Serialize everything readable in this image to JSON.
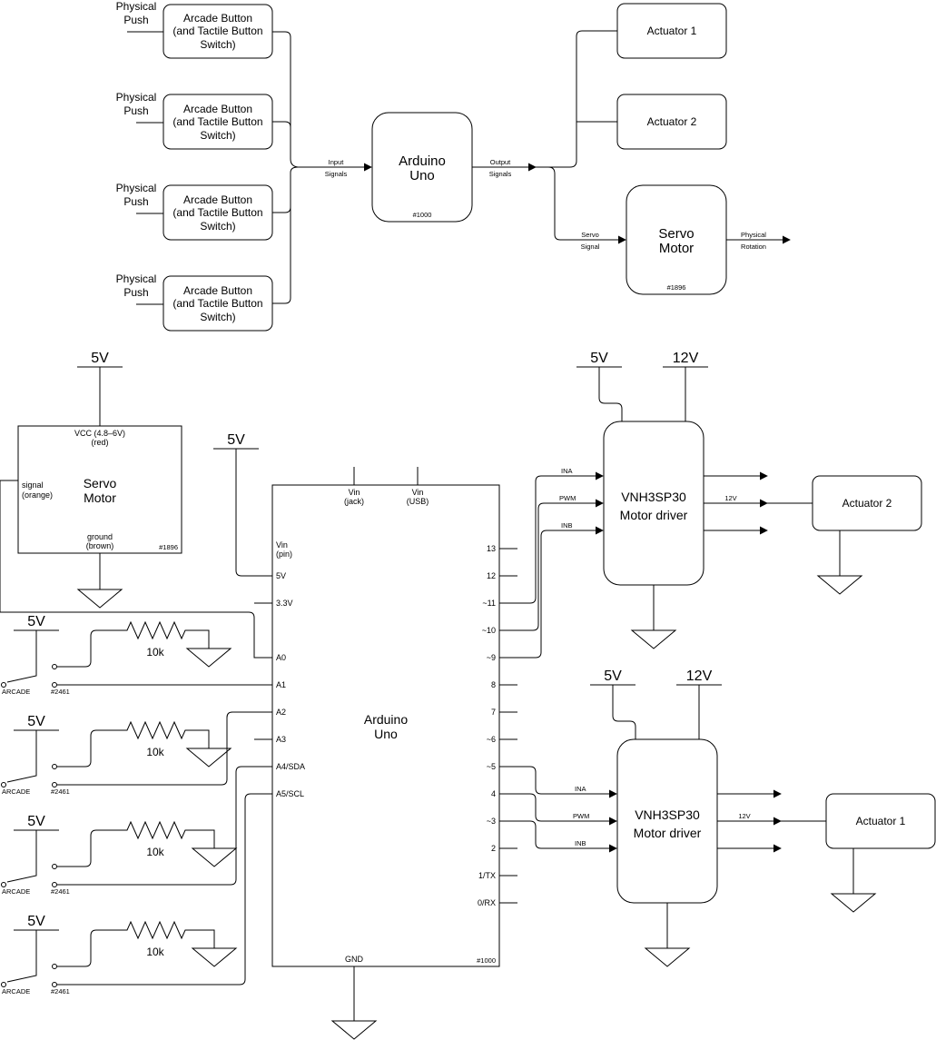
{
  "block": {
    "push_label": [
      "Physical",
      "Push"
    ],
    "button_label": [
      "Arcade Button",
      "(and Tactile Button",
      "Switch)"
    ],
    "input_signals": [
      "Input",
      "Signals"
    ],
    "arduino": [
      "Arduino",
      "Uno"
    ],
    "arduino_id": "#1000",
    "output_signals": [
      "Output",
      "Signals"
    ],
    "actuator1": "Actuator 1",
    "actuator2": "Actuator 2",
    "servo_signal": [
      "Servo",
      "Signal"
    ],
    "servo": [
      "Servo",
      "Motor"
    ],
    "servo_id": "#1896",
    "physical_rotation": [
      "Physical",
      "Rotation"
    ]
  },
  "schematic": {
    "v5": "5V",
    "v12": "12V",
    "servo": {
      "vcc": [
        "VCC (4.8–6V)",
        "(red)"
      ],
      "signal": [
        "signal",
        "(orange)"
      ],
      "ground": [
        "ground",
        "(brown)"
      ],
      "title": [
        "Servo",
        "Motor"
      ],
      "id": "#1896"
    },
    "arduino": {
      "title": [
        "Arduino",
        "Uno"
      ],
      "id": "#1000",
      "vin_jack": [
        "Vin",
        "(jack)"
      ],
      "vin_usb": [
        "Vin",
        "(USB)"
      ],
      "gnd": "GND",
      "left_pins": [
        "Vin",
        "(pin)",
        "5V",
        "3.3V",
        "A0",
        "A1",
        "A2",
        "A3",
        "A4/SDA",
        "A5/SCL"
      ],
      "right_pins": [
        "13",
        "12",
        "~11",
        "~10",
        "~9",
        "8",
        "7",
        "~6",
        "~5",
        "4",
        "~3",
        "2",
        "1/TX",
        "0/RX"
      ]
    },
    "switch": {
      "arcade": "ARCADE",
      "id": "#2461",
      "resistor": "10k"
    },
    "driver": {
      "title": [
        "VNH3SP30",
        "Motor driver"
      ],
      "ina": "INA",
      "pwm": "PWM",
      "inb": "INB",
      "v12_label": "12V"
    },
    "actuator1": "Actuator 1",
    "actuator2": "Actuator 2"
  }
}
